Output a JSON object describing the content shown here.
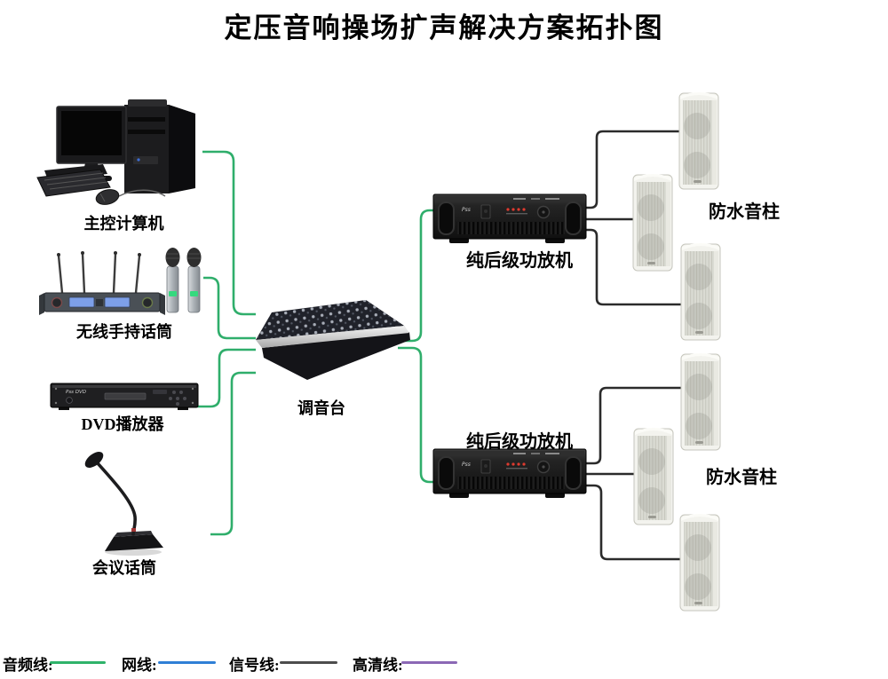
{
  "title": "定压音响操场扩声解决方案拓扑图",
  "nodes": {
    "computer": {
      "label": "主控计算机"
    },
    "wireless_mic": {
      "label": "无线手持话筒"
    },
    "dvd_player": {
      "label": "DVD播放器"
    },
    "conference_mic": {
      "label": "会议话筒"
    },
    "mixer": {
      "label": "调音台"
    },
    "amplifier_top": {
      "label": "纯后级功放机"
    },
    "amplifier_bottom": {
      "label": "纯后级功放机"
    },
    "speaker_group_top": {
      "label": "防水音柱"
    },
    "speaker_group_bottom": {
      "label": "防水音柱"
    }
  },
  "legend": {
    "items": [
      {
        "label": "音频线:",
        "color": "#2fb36a"
      },
      {
        "label": "网线:",
        "color": "#2f7fd6"
      },
      {
        "label": "信号线:",
        "color": "#4d4d4d"
      },
      {
        "label": "高清线:",
        "color": "#8b68b5"
      }
    ]
  },
  "colors": {
    "audio_line": "#2fae6b",
    "signal_line": "#2b2b2b"
  }
}
